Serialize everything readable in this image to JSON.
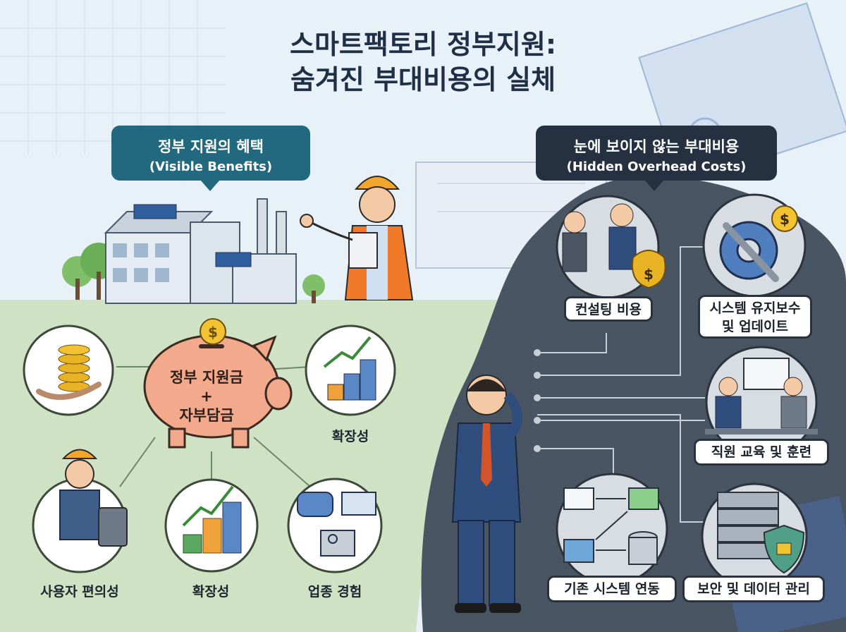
{
  "title": {
    "line1": "스마트팩토리 정부지원:",
    "line2": "숨겨진 부대비용의 실체"
  },
  "left_panel": {
    "bubble_ko": "정부 지원의 혜택",
    "bubble_en": "(Visible Benefits)",
    "piggy_bank": {
      "line1": "정부 지원금",
      "line2": "+",
      "line3": "자부담금",
      "coin_symbol": "$"
    },
    "benefits": [
      {
        "id": "hand-coins",
        "label": ""
      },
      {
        "id": "growth-right",
        "label": "확장성"
      },
      {
        "id": "user-convenience",
        "label": "사용자 편의성"
      },
      {
        "id": "growth-bottom",
        "label": "확장성"
      },
      {
        "id": "industry-experience",
        "label": "업종 경험"
      }
    ]
  },
  "right_panel": {
    "bubble_ko": "눈에 보이지 않는 부대비용",
    "bubble_en": "(Hidden Overhead Costs)",
    "costs": [
      {
        "id": "consulting",
        "line1": "컨설팅 비용",
        "line2": ""
      },
      {
        "id": "maintenance",
        "line1": "시스템 유지보수",
        "line2": "및 업데이트"
      },
      {
        "id": "training",
        "line1": "직원 교육 및 훈련",
        "line2": ""
      },
      {
        "id": "integration",
        "line1": "기존 시스템 연동",
        "line2": ""
      },
      {
        "id": "security",
        "line1": "보안 및 데이터 관리",
        "line2": ""
      }
    ],
    "money_symbol": "$"
  },
  "colors": {
    "left_bubble": "#22697f",
    "right_bubble": "#253140",
    "green_ground": "#cfe3c4",
    "dark_cloud": "#4a5563",
    "piggy": "#f3a98c",
    "coin": "#f2c230"
  }
}
